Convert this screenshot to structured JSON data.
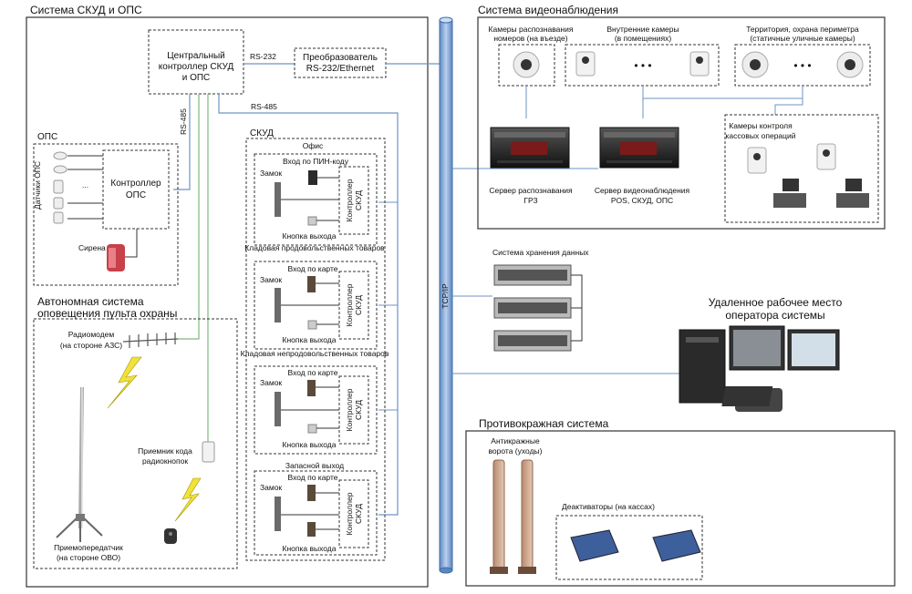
{
  "colors": {
    "bus_fill": "#8fb3dd",
    "bus_stroke": "#3e6ea8",
    "link_blue": "#6f93c6",
    "link_green": "#7fb77e",
    "dash": "#333333"
  },
  "left_panel": {
    "title": "Система СКУД и ОПС",
    "central": {
      "line1": "Центральный",
      "line2": "контроллер СКУД",
      "line3": "и ОПС"
    },
    "rs232": "RS-232",
    "converter": {
      "line1": "Преобразователь",
      "line2": "RS-232/Ethernet"
    },
    "rs485_vertical": "RS-485",
    "rs485_horizontal": "RS-485",
    "ops": {
      "title": "ОПС",
      "sensors": "Датчики ОПС",
      "controller": {
        "line1": "Контроллер",
        "line2": "ОПС"
      },
      "siren": "Сирена"
    },
    "skud": {
      "title": "СКУД",
      "controller_label": {
        "line1": "Контроллер",
        "line2": "СКУД"
      },
      "zones": [
        {
          "header": "Офис",
          "entry": "Вход по ПИН-коду",
          "lock": "Замок",
          "exit": "Кнопка выхода"
        },
        {
          "header": "Кладовая продовольственных товаров",
          "entry": "Вход по карте",
          "lock": "Замок",
          "exit": "Кнопка выхода"
        },
        {
          "header": "Кладовая непродовольственных товаров",
          "entry": "Вход по карте",
          "lock": "Замок",
          "exit": "Кнопка выхода"
        },
        {
          "header": "Запасной выход",
          "entry": "Вход по карте",
          "lock": "Замок",
          "exit": "Кнопка выхода"
        }
      ]
    },
    "auto": {
      "title_line1": "Автономная система",
      "title_line2": "оповещения пульта охраны",
      "modem_line1": "Радиомодем",
      "modem_line2": "(на стороне АЗС)",
      "receiver_line1": "Приемник кода",
      "receiver_line2": "радиокнопок",
      "transceiver_line1": "Приемопередатчик",
      "transceiver_line2": "(на стороне ОВО)"
    }
  },
  "bus_label": "TCP/IP",
  "video": {
    "title": "Система видеонаблюдения",
    "cam_plate": {
      "line1": "Камеры распознавания",
      "line2": "номеров (на въезде)"
    },
    "cam_indoor": {
      "line1": "Внутренние камеры",
      "line2": "(в помещениях)"
    },
    "cam_outdoor": {
      "line1": "Территория, охрана периметра",
      "line2": "(статичные уличные камеры)"
    },
    "cam_pos": {
      "line1": "Камеры контроля",
      "line2": "кассовых операций"
    },
    "server_grz": {
      "line1": "Сервер распознавания",
      "line2": "ГРЗ"
    },
    "server_video": {
      "line1": "Сервер видеонаблюдения",
      "line2": "POS, СКУД, ОПС"
    },
    "dots": "• • •"
  },
  "storage": {
    "title": "Система хранения данных"
  },
  "operator": {
    "line1": "Удаленное рабочее место",
    "line2": "оператора системы"
  },
  "antitheft": {
    "title": "Противокражная система",
    "gates_line1": "Антикражные",
    "gates_line2": "ворота (уходы)",
    "deact": "Деактиваторы (на кассах)"
  }
}
